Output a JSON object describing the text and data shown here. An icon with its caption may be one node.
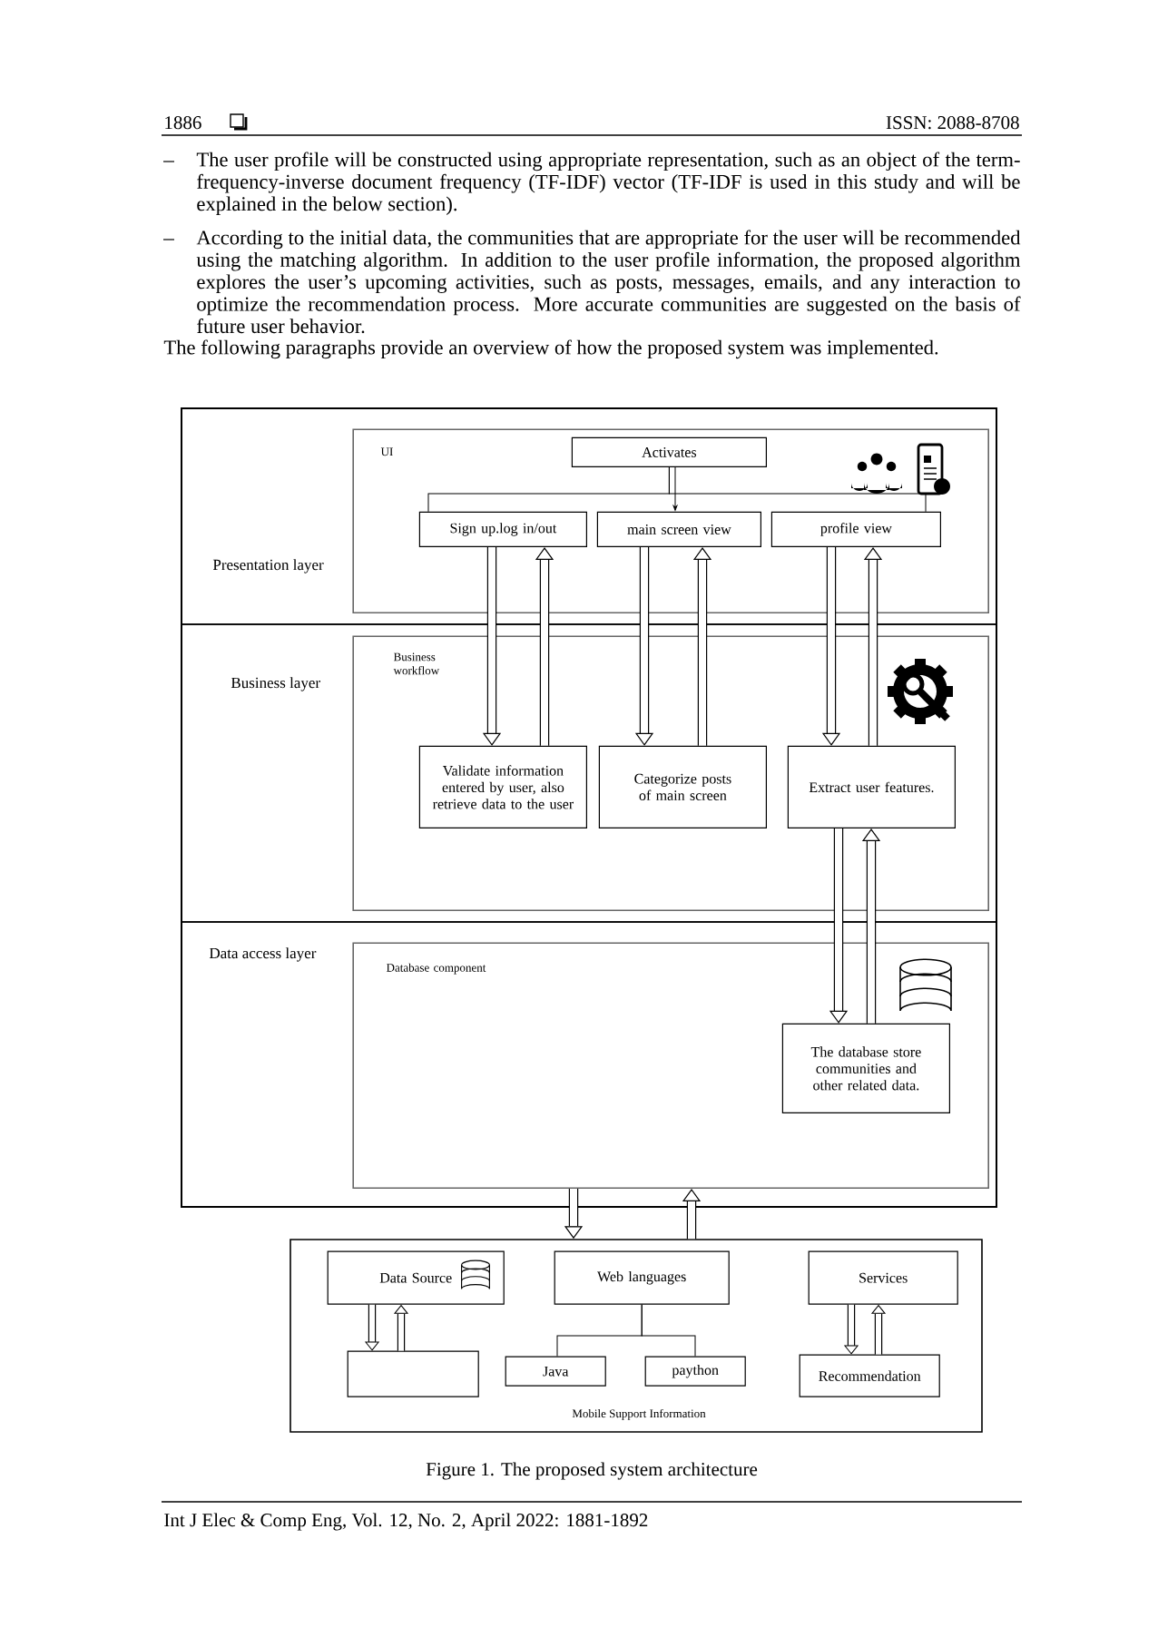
{
  "diagram": {
    "caption": "Figure 1. The proposed system architecture",
    "nodes": [
      {
        "text": [
          "Presentation layer"
        ]
      },
      {
        "text": [
          "UI"
        ],
        "in": 0
      },
      {
        "text": [
          "Activates"
        ],
        "in": 1
      },
      {
        "text": [
          "Sign up.log in/out"
        ],
        "in": 1
      },
      {
        "text": [
          "main screen view"
        ],
        "in": 1
      },
      {
        "text": [
          "profile view"
        ],
        "in": 1
      },
      {
        "text": [
          "Business layer"
        ]
      },
      {
        "text": [
          "Business workflow"
        ],
        "in": 6
      },
      {
        "text": [
          "Validate information entered by user, also retrieve data to the user"
        ],
        "in": 7
      },
      {
        "text": [
          "Categorize posts of main screen"
        ],
        "in": 7
      },
      {
        "text": [
          "Extract user features."
        ],
        "in": 7
      },
      {
        "text": [
          "Data access layer"
        ]
      },
      {
        "text": [
          "Database component"
        ],
        "in": 11
      },
      {
        "text": [
          "The database store communities and other related data."
        ],
        "in": 12
      },
      {
        "text": [
          "Mobile Support Information"
        ]
      },
      {
        "text": [
          "Data Source"
        ],
        "in": 14
      },
      {
        "text": [
          "Web languages"
        ],
        "in": 14
      },
      {
        "text": [
          "Services"
        ],
        "in": 14
      },
      {
        "text": [],
        "shape": "box",
        "in": 14
      },
      {
        "text": [
          "Java"
        ],
        "in": 14
      },
      {
        "text": [
          "paython"
        ],
        "in": 14
      },
      {
        "text": [
          "Recommendation"
        ],
        "in": 14
      }
    ],
    "edges": [
      {
        "from": 2,
        "to": 3,
        "arrow": "none"
      },
      {
        "from": 2,
        "to": 4,
        "arrow": "to"
      },
      {
        "from": 2,
        "to": 5,
        "arrow": "none"
      },
      {
        "from": 3,
        "to": 8,
        "arrow": "to"
      },
      {
        "from": 8,
        "to": 3,
        "arrow": "to"
      },
      {
        "from": 4,
        "to": 9,
        "arrow": "to"
      },
      {
        "from": 9,
        "to": 4,
        "arrow": "to"
      },
      {
        "from": 5,
        "to": 10,
        "arrow": "to"
      },
      {
        "from": 10,
        "to": 5,
        "arrow": "to"
      },
      {
        "from": 10,
        "to": 13,
        "arrow": "to"
      },
      {
        "from": 13,
        "to": 10,
        "arrow": "to"
      },
      {
        "from": 12,
        "to": 14,
        "arrow": "to"
      },
      {
        "from": 14,
        "to": 12,
        "arrow": "to"
      },
      {
        "from": 15,
        "to": 18,
        "arrow": "to"
      },
      {
        "from": 18,
        "to": 15,
        "arrow": "to"
      },
      {
        "from": 16,
        "to": 19,
        "arrow": "none"
      },
      {
        "from": 16,
        "to": 20,
        "arrow": "none"
      },
      {
        "from": 17,
        "to": 21,
        "arrow": "to"
      },
      {
        "from": 21,
        "to": 17,
        "arrow": "to"
      }
    ],
    "labels": [
      "1886",
      "ISSN: 2088-8708",
      "The user profile will be constructed using appropriate representation, such as an object of the term-frequency-inverse document frequency (TF-IDF) vector (TF-IDF is used in this study and will be explained in the below section).",
      "According to the initial data, the communities that are appropriate for the user will be recommended using the matching algorithm. In addition to the user profile information, the proposed algorithm explores the user’s upcoming activities, such as posts, messages, emails, and any interaction to optimize the recommendation process. More accurate communities are suggested on the basis of future user behavior.",
      "The following paragraphs provide an overview of how the proposed system was implemented.",
      "Int J Elec & Comp Eng, Vol. 12, No. 2, April 2022: 1881-1892"
    ]
  }
}
